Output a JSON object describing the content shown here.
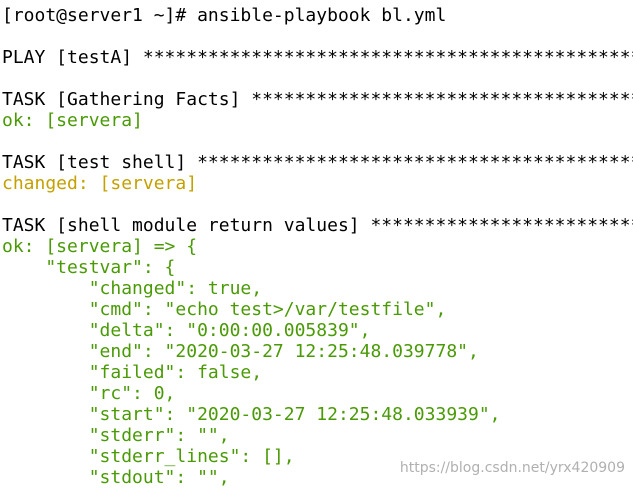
{
  "terminal": {
    "colors": {
      "default": "#000000",
      "green": "#4a9a06",
      "yellow": "#c4a000",
      "background": "#ffffff"
    },
    "lines": [
      {
        "text": "[root@server1 ~]# ansible-playbook bl.yml",
        "color": "default"
      },
      {
        "text": "",
        "color": "default"
      },
      {
        "text": "PLAY [testA] *******************************************************",
        "color": "default"
      },
      {
        "text": "",
        "color": "default"
      },
      {
        "text": "TASK [Gathering Facts] *********************************************",
        "color": "default"
      },
      {
        "text": "ok: [servera]",
        "color": "green"
      },
      {
        "text": "",
        "color": "default"
      },
      {
        "text": "TASK [test shell] **************************************************",
        "color": "default"
      },
      {
        "text": "changed: [servera]",
        "color": "yellow"
      },
      {
        "text": "",
        "color": "default"
      },
      {
        "text": "TASK [shell module return values] **********************************",
        "color": "default"
      },
      {
        "text": "ok: [servera] => {",
        "color": "green"
      },
      {
        "text": "    \"testvar\": {",
        "color": "green"
      },
      {
        "text": "        \"changed\": true,",
        "color": "green"
      },
      {
        "text": "        \"cmd\": \"echo test>/var/testfile\",",
        "color": "green"
      },
      {
        "text": "        \"delta\": \"0:00:00.005839\",",
        "color": "green"
      },
      {
        "text": "        \"end\": \"2020-03-27 12:25:48.039778\",",
        "color": "green"
      },
      {
        "text": "        \"failed\": false,",
        "color": "green"
      },
      {
        "text": "        \"rc\": 0,",
        "color": "green"
      },
      {
        "text": "        \"start\": \"2020-03-27 12:25:48.033939\",",
        "color": "green"
      },
      {
        "text": "        \"stderr\": \"\",",
        "color": "green"
      },
      {
        "text": "        \"stderr_lines\": [],",
        "color": "green"
      },
      {
        "text": "        \"stdout\": \"\",",
        "color": "green"
      }
    ]
  },
  "watermark": {
    "text": "https://blog.csdn.net/yrx420909"
  }
}
